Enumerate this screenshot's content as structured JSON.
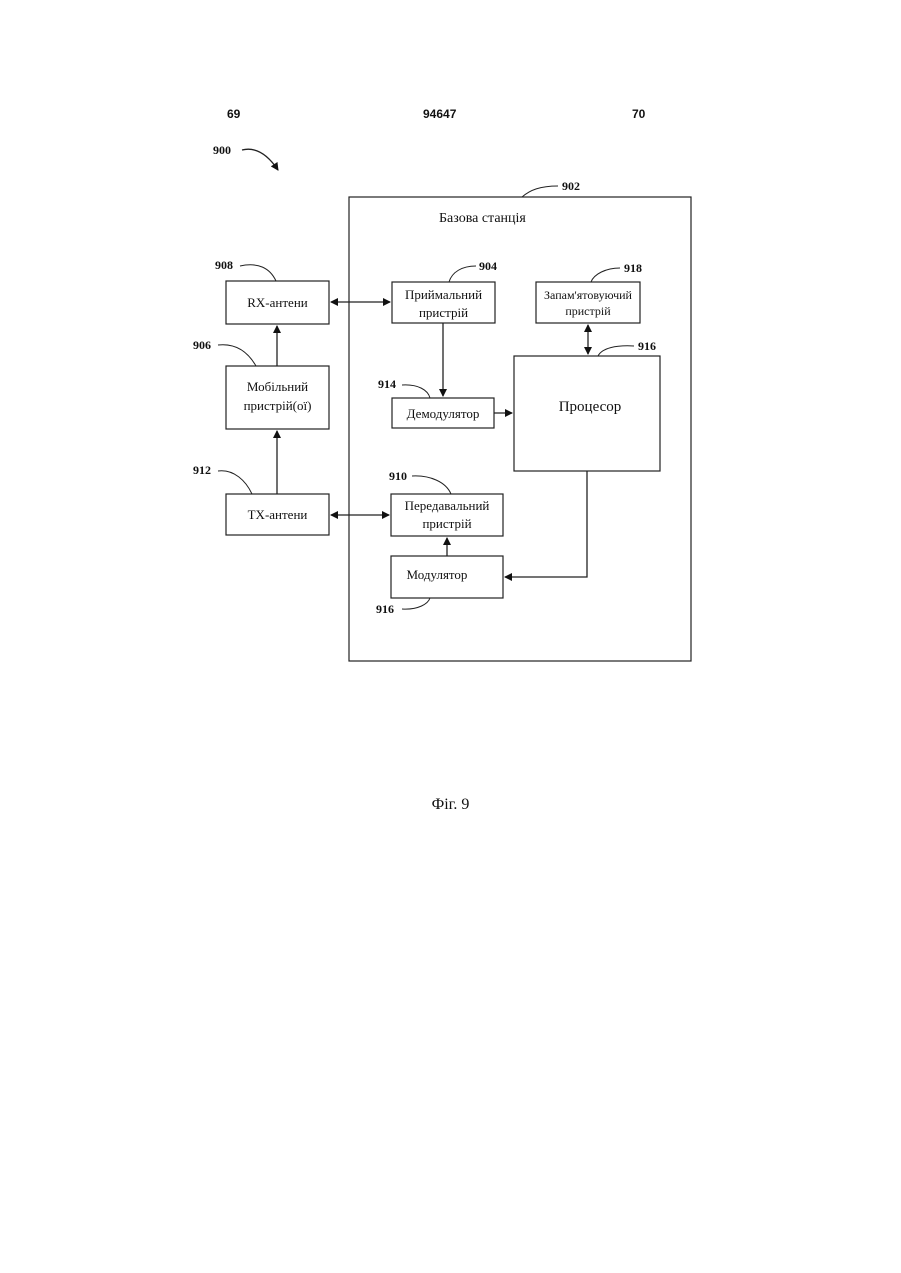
{
  "header": {
    "page_left": "69",
    "document_number": "94647",
    "page_right": "70"
  },
  "figure": {
    "ref_system": "900",
    "ref_base_station": "902",
    "base_station_title": "Базова станція",
    "blocks": {
      "rx_antennas": {
        "ref": "908",
        "label": "RX-антени"
      },
      "mobile_devices": {
        "ref": "906",
        "label_line1": "Мобільний",
        "label_line2": "пристрій(ої)"
      },
      "tx_antennas": {
        "ref": "912",
        "label": "TX-антени"
      },
      "receiver": {
        "ref": "904",
        "label_line1": "Приймальний",
        "label_line2": "пристрій"
      },
      "memory": {
        "ref": "918",
        "label_line1": "Запам'ятовуючий",
        "label_line2": "пристрій"
      },
      "processor": {
        "ref": "916",
        "label": "Процесор"
      },
      "demodulator": {
        "ref": "914",
        "label": "Демодулятор"
      },
      "transmitter": {
        "ref": "910",
        "label_line1": "Передавальний",
        "label_line2": "пристрій"
      },
      "modulator": {
        "ref": "916",
        "label": "Модулятор"
      }
    },
    "caption": "Фіг. 9"
  }
}
